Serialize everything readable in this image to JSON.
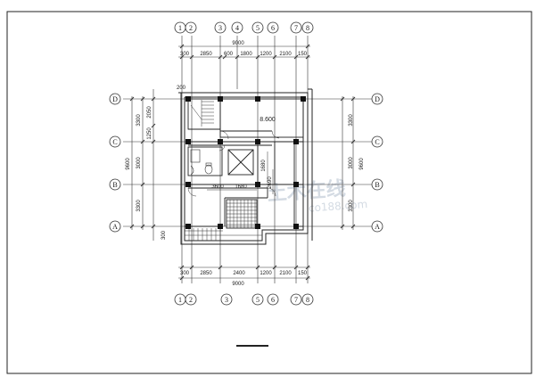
{
  "axes": {
    "top": [
      "1",
      "2",
      "3",
      "4",
      "5",
      "6",
      "7",
      "8"
    ],
    "bottom": [
      "1",
      "2",
      "3",
      "5",
      "6",
      "7",
      "8"
    ],
    "left": [
      "D",
      "C",
      "B",
      "A"
    ],
    "right": [
      "D",
      "C",
      "B",
      "A"
    ]
  },
  "dimensions": {
    "top_total": "9000",
    "top_segments": [
      "300",
      "2850",
      "600",
      "1800",
      "1200",
      "2100",
      "150"
    ],
    "bottom_total": "9000",
    "bottom_segments": [
      "300",
      "2850",
      "2400",
      "1200",
      "2100",
      "150"
    ],
    "left_outer": "9600",
    "left_inner": [
      "3300",
      "3000",
      "3300"
    ],
    "left_extra": [
      "2050",
      "1250",
      "300",
      "200"
    ],
    "right_outer": "9600",
    "right_inner": [
      "3300",
      "3000",
      "3300"
    ],
    "interior": [
      "3600",
      "1680",
      "1680",
      "2690"
    ]
  },
  "labels": {
    "elevation": "8.600"
  },
  "watermark": "土木在线",
  "watermark_sub": "co188.com"
}
